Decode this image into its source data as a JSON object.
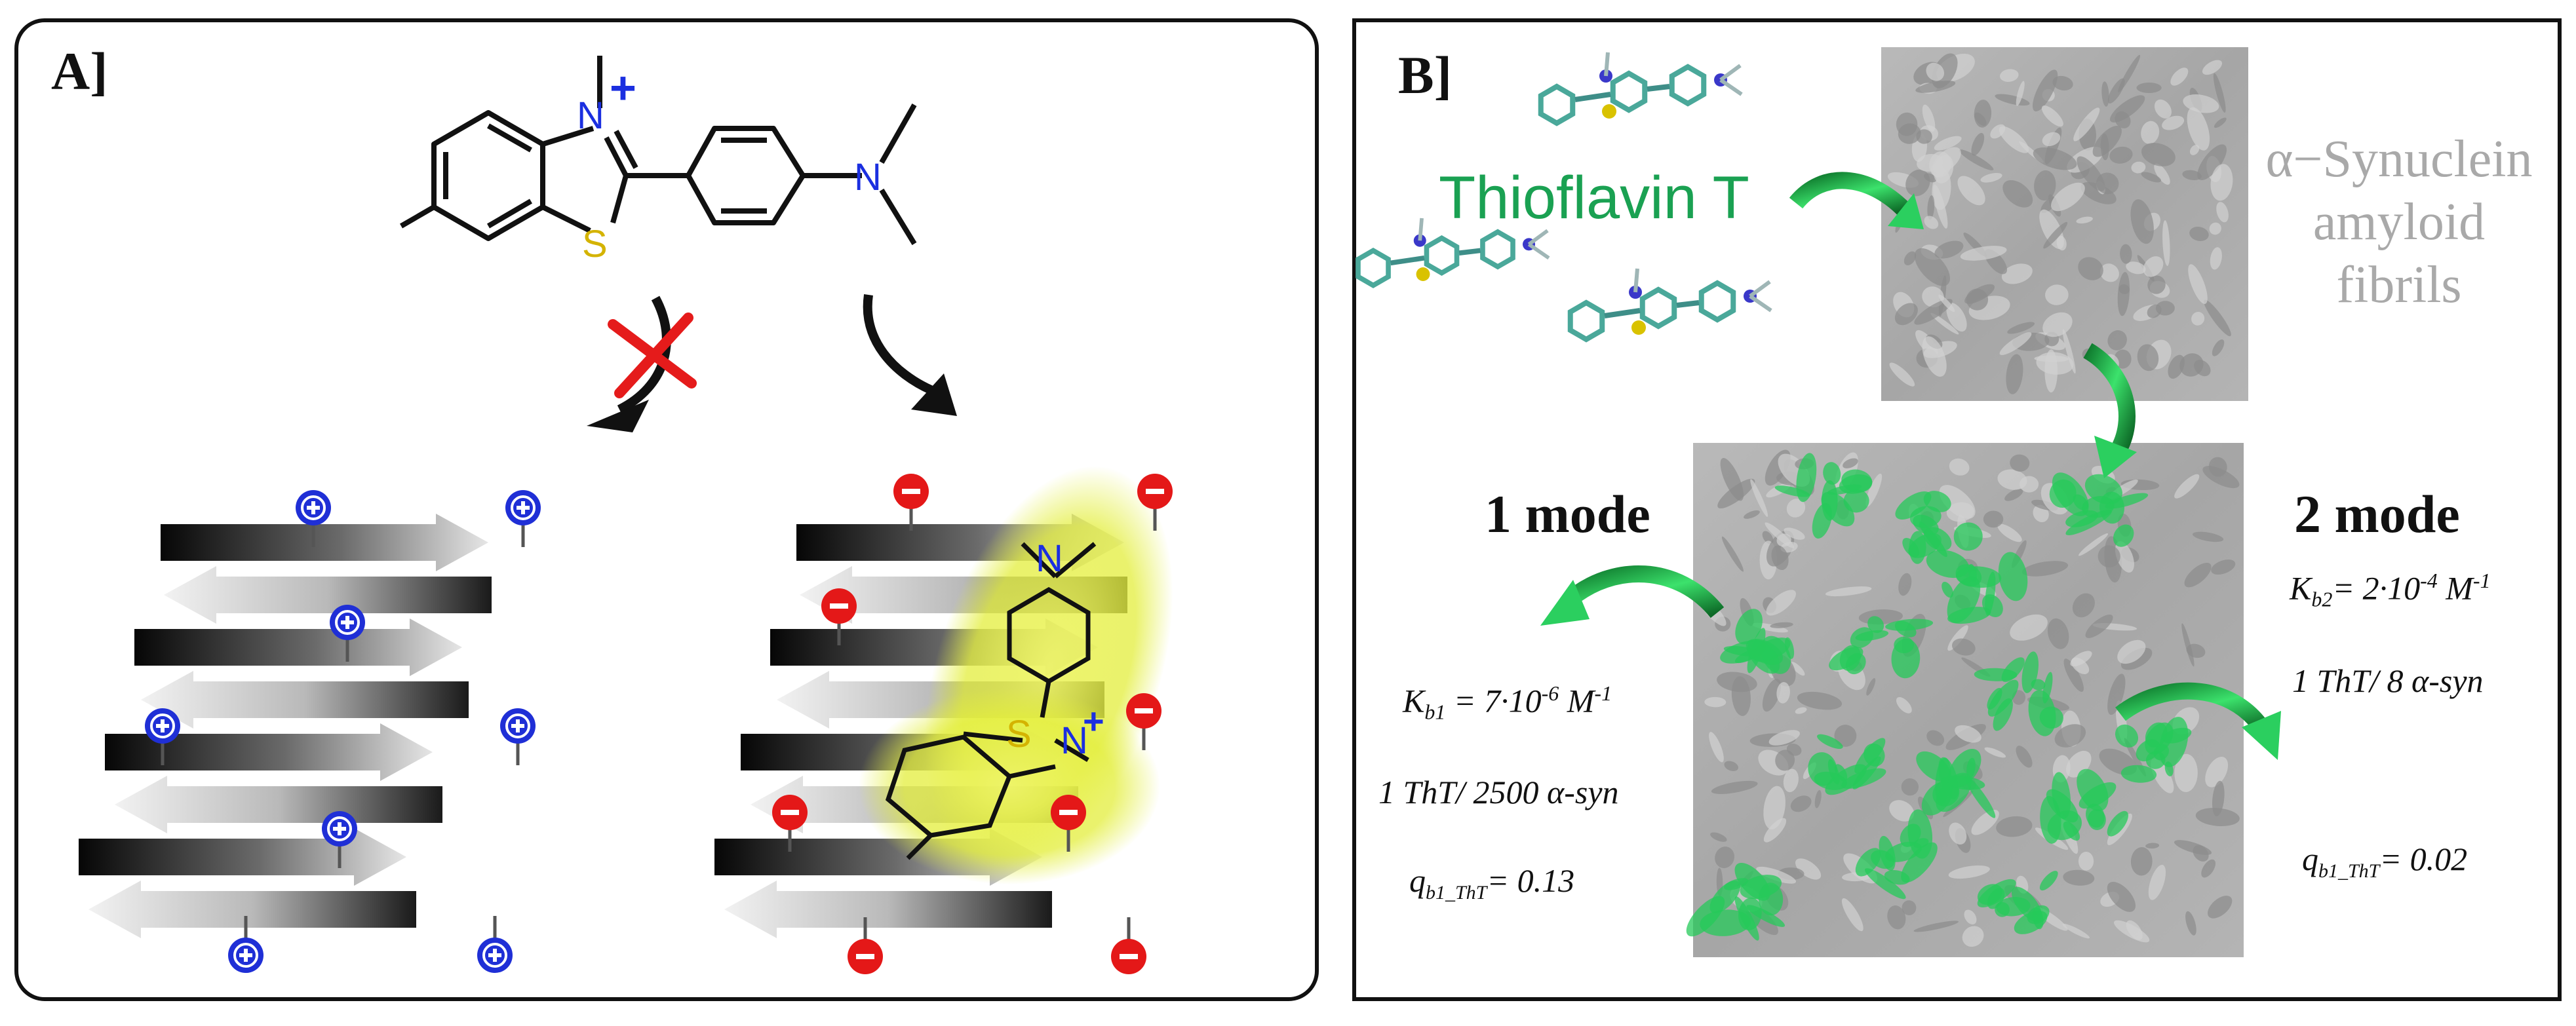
{
  "panels": {
    "a": {
      "label": "A]",
      "molecule_atoms": {
        "n": "N",
        "s": "S",
        "plus": "+"
      }
    },
    "b": {
      "label": "B]",
      "dye_name": "Thioflavin T",
      "fibril_label_lines": [
        "α−Synuclein",
        "amyloid",
        "fibrils"
      ],
      "mode1": {
        "title": "1 mode",
        "k_symbol": "K",
        "k_sub": "b1",
        "k_value": " = 7·10",
        "k_exp": "-6",
        "k_unit": " M",
        "k_unit_exp": "-1",
        "ratio": "1 ThT/ 2500 α-syn",
        "q_symbol": "q",
        "q_sub": "b1_ThT",
        "q_value": "= 0.13"
      },
      "mode2": {
        "title": "2 mode",
        "k_symbol": "K",
        "k_sub": "b2",
        "k_value": "= 2·10",
        "k_exp": "-4",
        "k_unit": " M",
        "k_unit_exp": "-1",
        "ratio": "1 ThT/ 8 α-syn",
        "q_symbol": "q",
        "q_sub": "b1_ThT",
        "q_value": "= 0.02"
      }
    }
  },
  "colors": {
    "positive_charge": "#1f2fd6",
    "negative_charge": "#e41818",
    "thioflavin_green": "#1aa152",
    "fibril_green": "#26c95a",
    "highlight_yellow": "#e6f04a"
  }
}
